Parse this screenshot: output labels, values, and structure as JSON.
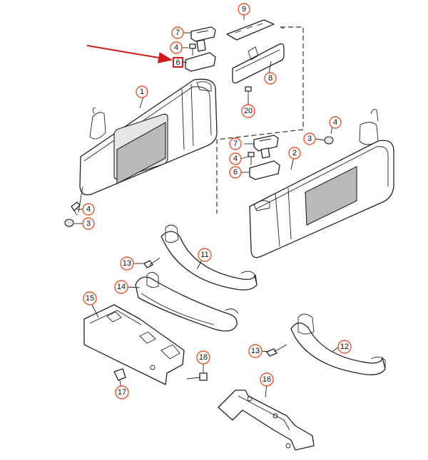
{
  "callouts": {
    "c1": "1",
    "c2": "2",
    "c3a": "3",
    "c3b": "3",
    "c4a": "4",
    "c4b": "4",
    "c4c": "4",
    "c4d": "4",
    "c6a": "6",
    "c6b": "6",
    "c7a": "7",
    "c7b": "7",
    "c8": "8",
    "c9": "9",
    "c11": "11",
    "c12": "12",
    "c13a": "13",
    "c13b": "13",
    "c14": "14",
    "c15": "15",
    "c16": "16",
    "c17": "17",
    "c18": "18",
    "c20": "20"
  },
  "colors": {
    "callout_ring": "#e8562a",
    "highlight": "#d0191b",
    "line": "#222222"
  }
}
